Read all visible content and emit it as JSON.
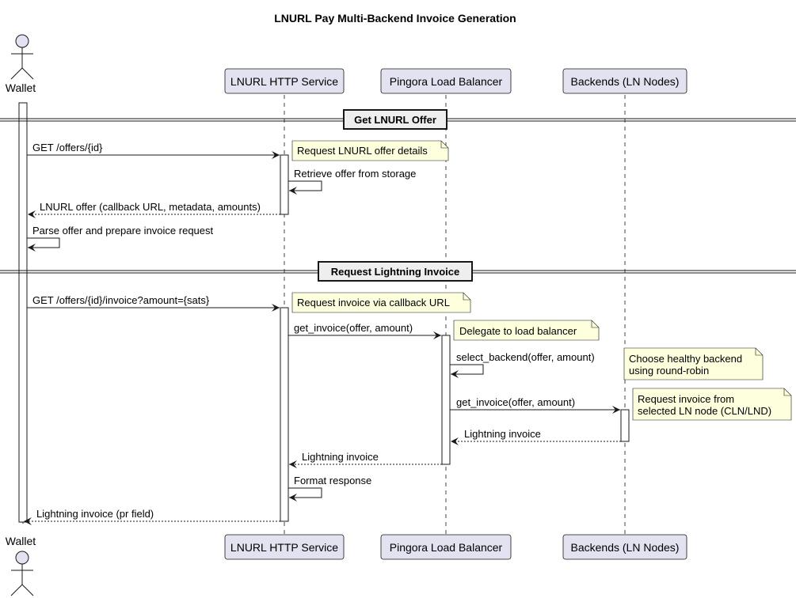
{
  "title": "LNURL Pay Multi-Backend Invoice Generation",
  "participants": {
    "wallet": "Wallet",
    "http": "LNURL HTTP Service",
    "lb": "Pingora Load Balancer",
    "backends": "Backends (LN Nodes)"
  },
  "sections": {
    "offer": "Get LNURL Offer",
    "invoice": "Request Lightning Invoice"
  },
  "messages": {
    "m1": "GET /offers/{id}",
    "m2": "Retrieve offer from storage",
    "m3": "LNURL offer (callback URL, metadata, amounts)",
    "m4": "Parse offer and prepare invoice request",
    "m5": "GET /offers/{id}/invoice?amount={sats}",
    "m6": "get_invoice(offer, amount)",
    "m7": "select_backend(offer, amount)",
    "m8": "get_invoice(offer, amount)",
    "m9": "Lightning invoice",
    "m10": "Lightning invoice",
    "m11": "Format response",
    "m12": "Lightning invoice (pr field)"
  },
  "notes": {
    "n1": "Request LNURL offer details",
    "n2": "Request invoice via callback URL",
    "n3": "Delegate to load balancer",
    "n4_line1": "Choose healthy backend",
    "n4_line2": "using round-robin",
    "n5_line1": "Request invoice from",
    "n5_line2": "selected LN node (CLN/LND)"
  },
  "colors": {
    "participant_fill": "#E2E2F0",
    "participant_border": "#181818",
    "note_fill": "#FEFFDD",
    "note_border": "#181818",
    "activation_fill": "#ffffff"
  }
}
